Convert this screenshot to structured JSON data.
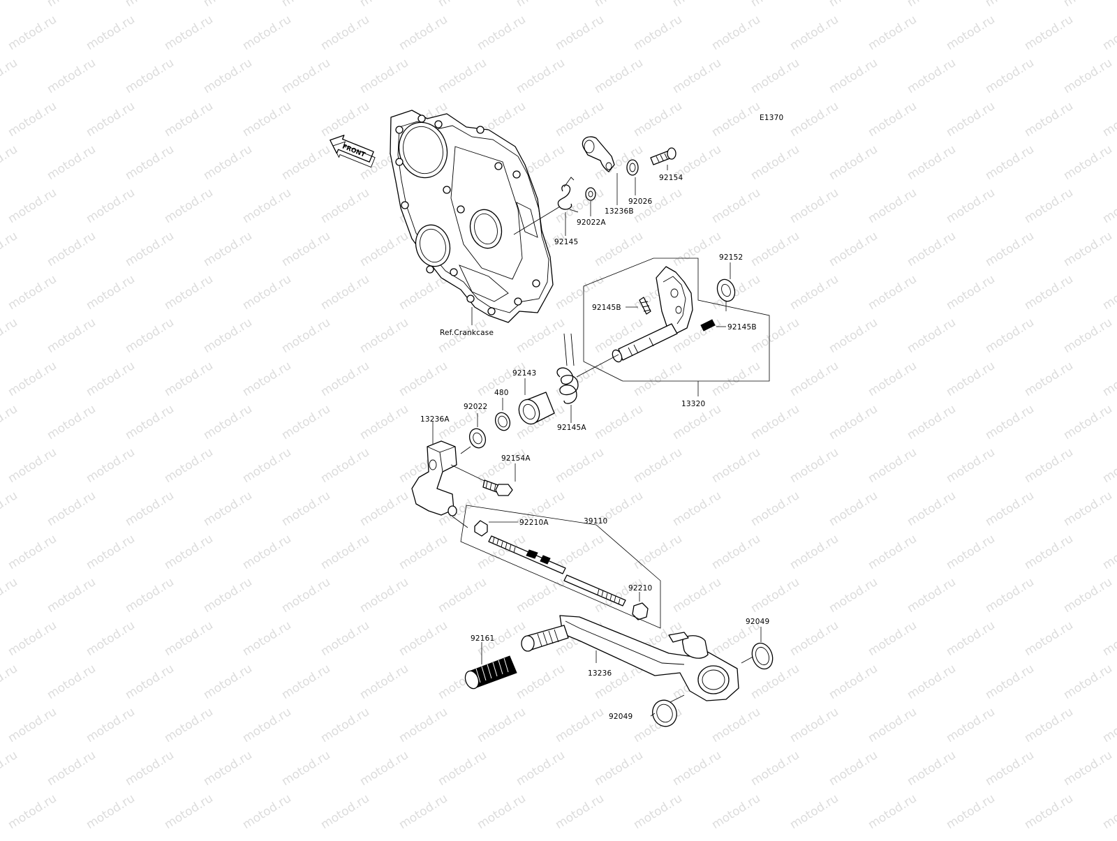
{
  "watermark_text": "motod.ru",
  "diagram_code": "E1370",
  "front_arrow_text": "FRONT",
  "ref_label": "Ref.Crankcase",
  "parts": {
    "p92154": "92154",
    "p92026": "92026",
    "p13236B": "13236B",
    "p92022A": "92022A",
    "p92145": "92145",
    "p92152": "92152",
    "p92145B_left": "92145B",
    "p92145B_right": "92145B",
    "p13320": "13320",
    "p92143": "92143",
    "p480": "480",
    "p92022": "92022",
    "p92145A": "92145A",
    "p13236A": "13236A",
    "p92154A": "92154A",
    "p92210A": "92210A",
    "p39110": "39110",
    "p92210": "92210",
    "p92049_top": "92049",
    "p92161": "92161",
    "p13236": "13236",
    "p92049_bottom": "92049"
  },
  "colors": {
    "line": "#000000",
    "background": "#ffffff",
    "watermark": "#dcdcdc"
  }
}
